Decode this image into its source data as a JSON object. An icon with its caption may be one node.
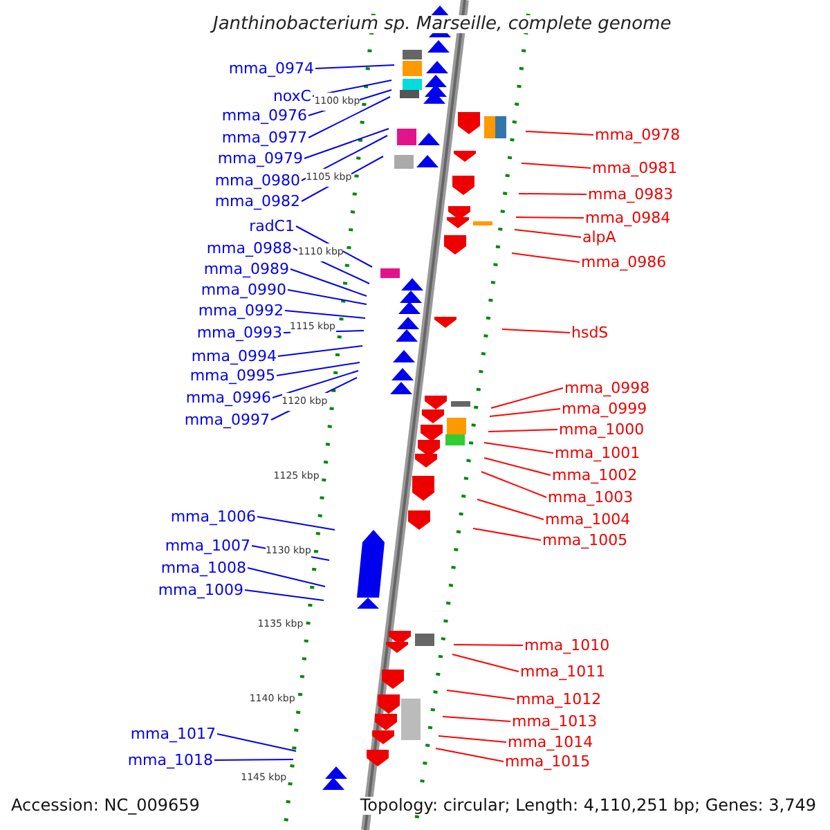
{
  "diagram": {
    "title": "Janthinobacterium sp. Marseille, complete genome",
    "nodes": [
      {
        "text": [
          "mma_0974"
        ]
      },
      {
        "text": [
          "noxC"
        ]
      },
      {
        "text": [
          "mma_0976"
        ]
      },
      {
        "text": [
          "mma_0977"
        ]
      },
      {
        "text": [
          "mma_0979"
        ]
      },
      {
        "text": [
          "mma_0980"
        ]
      },
      {
        "text": [
          "mma_0982"
        ]
      },
      {
        "text": [
          "radC1"
        ]
      },
      {
        "text": [
          "mma_0988"
        ]
      },
      {
        "text": [
          "mma_0989"
        ]
      },
      {
        "text": [
          "mma_0990"
        ]
      },
      {
        "text": [
          "mma_0992"
        ]
      },
      {
        "text": [
          "mma_0993"
        ]
      },
      {
        "text": [
          "mma_0994"
        ]
      },
      {
        "text": [
          "mma_0995"
        ]
      },
      {
        "text": [
          "mma_0996"
        ]
      },
      {
        "text": [
          "mma_0997"
        ]
      },
      {
        "text": [
          "mma_1006"
        ]
      },
      {
        "text": [
          "mma_1007"
        ]
      },
      {
        "text": [
          "mma_1008"
        ]
      },
      {
        "text": [
          "mma_1009"
        ]
      },
      {
        "text": [
          "mma_1017"
        ]
      },
      {
        "text": [
          "mma_1018"
        ]
      },
      {
        "text": [
          "mma_0978"
        ]
      },
      {
        "text": [
          "mma_0981"
        ]
      },
      {
        "text": [
          "mma_0983"
        ]
      },
      {
        "text": [
          "mma_0984"
        ]
      },
      {
        "text": [
          "alpA"
        ]
      },
      {
        "text": [
          "mma_0986"
        ]
      },
      {
        "text": [
          "hsdS"
        ]
      },
      {
        "text": [
          "mma_0998"
        ]
      },
      {
        "text": [
          "mma_0999"
        ]
      },
      {
        "text": [
          "mma_1000"
        ]
      },
      {
        "text": [
          "mma_1001"
        ]
      },
      {
        "text": [
          "mma_1002"
        ]
      },
      {
        "text": [
          "mma_1003"
        ]
      },
      {
        "text": [
          "mma_1004"
        ]
      },
      {
        "text": [
          "mma_1005"
        ]
      },
      {
        "text": [
          "mma_1010"
        ]
      },
      {
        "text": [
          "mma_1011"
        ]
      },
      {
        "text": [
          "mma_1012"
        ]
      },
      {
        "text": [
          "mma_1013"
        ]
      },
      {
        "text": [
          "mma_1014"
        ]
      },
      {
        "text": [
          "mma_1015"
        ]
      }
    ],
    "edges": [
      {
        "from": 0,
        "to": null,
        "arrow": "none"
      },
      {
        "from": 1,
        "to": null,
        "arrow": "none"
      },
      {
        "from": 2,
        "to": null,
        "arrow": "none"
      },
      {
        "from": 3,
        "to": null,
        "arrow": "none"
      },
      {
        "from": 4,
        "to": null,
        "arrow": "none"
      },
      {
        "from": 5,
        "to": null,
        "arrow": "none"
      },
      {
        "from": 6,
        "to": null,
        "arrow": "none"
      },
      {
        "from": 7,
        "to": null,
        "arrow": "none"
      },
      {
        "from": 8,
        "to": null,
        "arrow": "none"
      },
      {
        "from": 9,
        "to": null,
        "arrow": "none"
      },
      {
        "from": 10,
        "to": null,
        "arrow": "none"
      },
      {
        "from": 11,
        "to": null,
        "arrow": "none"
      },
      {
        "from": 12,
        "to": null,
        "arrow": "none"
      },
      {
        "from": 13,
        "to": null,
        "arrow": "none"
      },
      {
        "from": 14,
        "to": null,
        "arrow": "none"
      },
      {
        "from": 15,
        "to": null,
        "arrow": "none"
      },
      {
        "from": 16,
        "to": null,
        "arrow": "none"
      },
      {
        "from": 17,
        "to": null,
        "arrow": "none"
      },
      {
        "from": 18,
        "to": null,
        "arrow": "none"
      },
      {
        "from": 19,
        "to": null,
        "arrow": "none"
      },
      {
        "from": 20,
        "to": null,
        "arrow": "none"
      },
      {
        "from": 21,
        "to": null,
        "arrow": "none"
      },
      {
        "from": 22,
        "to": null,
        "arrow": "none"
      },
      {
        "from": 23,
        "to": null,
        "arrow": "none",
        "color": "#ff0000"
      },
      {
        "from": 24,
        "to": null,
        "arrow": "none",
        "color": "#ff0000"
      },
      {
        "from": 25,
        "to": null,
        "arrow": "none",
        "color": "#ff0000"
      },
      {
        "from": 26,
        "to": null,
        "arrow": "none",
        "color": "#ff0000"
      },
      {
        "from": 27,
        "to": null,
        "arrow": "none",
        "color": "#ff0000"
      },
      {
        "from": 28,
        "to": null,
        "arrow": "none",
        "color": "#ff0000"
      },
      {
        "from": 29,
        "to": null,
        "arrow": "none",
        "color": "#ff0000"
      },
      {
        "from": 30,
        "to": null,
        "arrow": "none",
        "color": "#ff0000"
      },
      {
        "from": 31,
        "to": null,
        "arrow": "none",
        "color": "#ff0000"
      },
      {
        "from": 32,
        "to": null,
        "arrow": "none",
        "color": "#ff0000"
      },
      {
        "from": 33,
        "to": null,
        "arrow": "none",
        "color": "#ff0000"
      },
      {
        "from": 34,
        "to": null,
        "arrow": "none",
        "color": "#ff0000"
      },
      {
        "from": 35,
        "to": null,
        "arrow": "none",
        "color": "#ff0000"
      },
      {
        "from": 36,
        "to": null,
        "arrow": "none",
        "color": "#ff0000"
      },
      {
        "from": 37,
        "to": null,
        "arrow": "none",
        "color": "#ff0000"
      },
      {
        "from": 38,
        "to": null,
        "arrow": "none",
        "color": "#ff0000"
      },
      {
        "from": 39,
        "to": null,
        "arrow": "none",
        "color": "#ff0000"
      },
      {
        "from": 40,
        "to": null,
        "arrow": "none",
        "color": "#ff0000"
      },
      {
        "from": 41,
        "to": null,
        "arrow": "none",
        "color": "#ff0000"
      },
      {
        "from": 42,
        "to": null,
        "arrow": "none",
        "color": "#ff0000"
      },
      {
        "from": 43,
        "to": null,
        "arrow": "none",
        "color": "#ff0000"
      }
    ],
    "labels": [
      "1100 kbp",
      "1105 kbp",
      "1110 kbp",
      "1115 kbp",
      "1120 kbp",
      "1125 kbp",
      "1130 kbp",
      "1135 kbp",
      "1140 kbp",
      "1145 kbp",
      "Accession: NC_009659",
      "Topology: circular; Length: 4,110,251 bp; Genes: 3,749"
    ]
  }
}
